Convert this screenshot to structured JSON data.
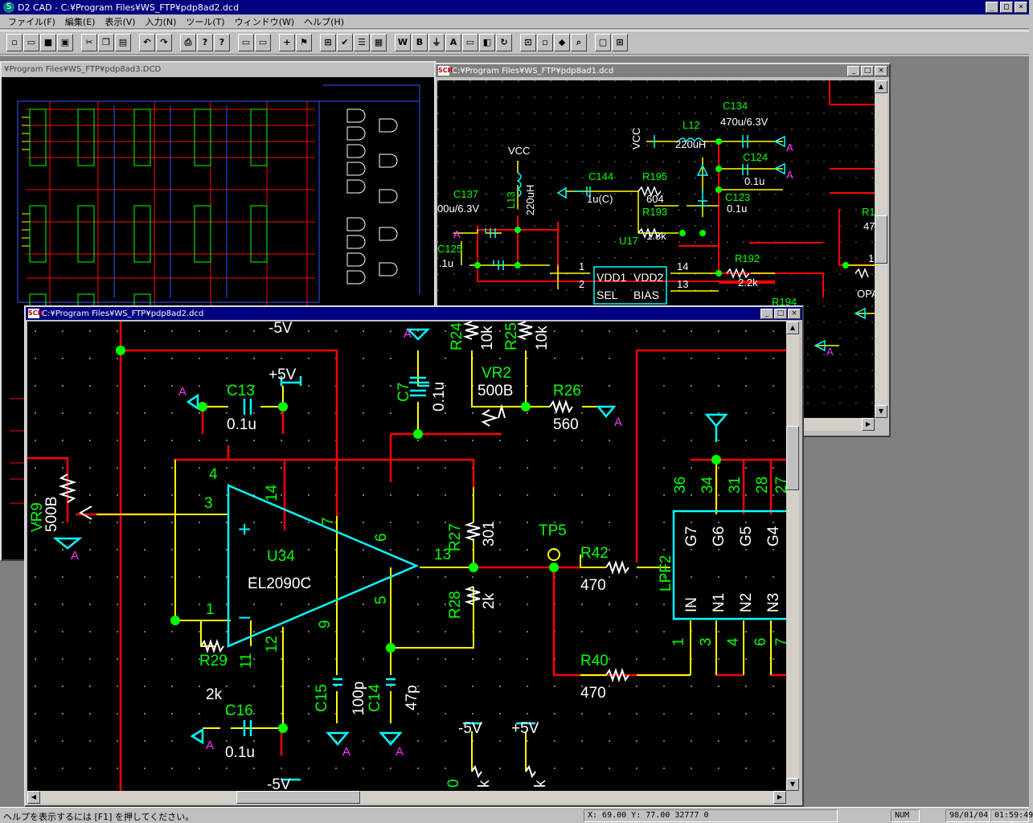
{
  "app": {
    "title": "D2 CAD - C:¥Program Files¥WS_FTP¥pdp8ad2.dcd",
    "logo": "S",
    "controls": [
      "_",
      "□",
      "×"
    ]
  },
  "menu": [
    {
      "label": "ファイル(F)"
    },
    {
      "label": "編集(E)"
    },
    {
      "label": "表示(V)"
    },
    {
      "label": "入力(N)"
    },
    {
      "label": "ツール(T)"
    },
    {
      "label": "ウィンドウ(W)"
    },
    {
      "label": "ヘルプ(H)"
    }
  ],
  "toolbar": [
    {
      "name": "new-icon",
      "glyph": "▫"
    },
    {
      "name": "open-icon",
      "glyph": "▭"
    },
    {
      "name": "save-icon",
      "glyph": "■"
    },
    {
      "name": "save-all-icon",
      "glyph": "▣"
    },
    {
      "sep": true
    },
    {
      "name": "cut-icon",
      "glyph": "✂"
    },
    {
      "name": "copy-icon",
      "glyph": "❐"
    },
    {
      "name": "paste-icon",
      "glyph": "▤"
    },
    {
      "sep": true
    },
    {
      "name": "undo-icon",
      "glyph": "↶"
    },
    {
      "name": "redo-icon",
      "glyph": "↷"
    },
    {
      "sep": true
    },
    {
      "name": "print-icon",
      "glyph": "⎙"
    },
    {
      "name": "help-icon",
      "glyph": "?"
    },
    {
      "name": "context-help-icon",
      "glyph": "?"
    },
    {
      "sep": true
    },
    {
      "name": "window-icon",
      "glyph": "▭"
    },
    {
      "name": "window2-icon",
      "glyph": "▭"
    },
    {
      "sep": true
    },
    {
      "name": "add-part-icon",
      "glyph": "+"
    },
    {
      "name": "flag-icon",
      "glyph": "⚑"
    },
    {
      "sep": true
    },
    {
      "name": "net-icon",
      "glyph": "⊞"
    },
    {
      "name": "check-icon",
      "glyph": "✔"
    },
    {
      "name": "list-icon",
      "glyph": "☰"
    },
    {
      "name": "table-icon",
      "glyph": "▦"
    },
    {
      "sep": true
    },
    {
      "name": "wire-icon",
      "glyph": "W"
    },
    {
      "name": "bus-icon",
      "glyph": "B"
    },
    {
      "name": "ground-icon",
      "glyph": "⏚"
    },
    {
      "name": "text-icon",
      "glyph": "A"
    },
    {
      "name": "component-icon",
      "glyph": "▭"
    },
    {
      "name": "label-icon",
      "glyph": "◧"
    },
    {
      "name": "rotate-icon",
      "glyph": "↻"
    },
    {
      "sep": true
    },
    {
      "name": "zoom-fit-icon",
      "glyph": "⊡"
    },
    {
      "name": "zoom-small-icon",
      "glyph": "▫"
    },
    {
      "name": "flip-icon",
      "glyph": "◆"
    },
    {
      "name": "zoom-icon",
      "glyph": "⌕"
    },
    {
      "sep": true
    },
    {
      "name": "frame-icon",
      "glyph": "▢"
    },
    {
      "name": "grid-icon",
      "glyph": "⊞"
    }
  ],
  "windows": {
    "w3": {
      "title": "¥Program Files¥WS_FTP¥pdp8ad3.DCD"
    },
    "w1": {
      "title": "C:¥Program Files¥WS_FTP¥pdp8ad1.dcd",
      "icon": "SCH",
      "controls": [
        "_",
        "□",
        "×"
      ]
    },
    "w2": {
      "title": "C:¥Program Files¥WS_FTP¥pdp8ad2.dcd",
      "icon": "SCH",
      "controls": [
        "_",
        "□",
        "×"
      ]
    }
  },
  "schematic1": {
    "labels": {
      "vcc_a": "VCC",
      "vcc_b": "VCC",
      "c134": "C134",
      "c134v": "470u/6.3V",
      "l12": "L12",
      "l12v": "220uH",
      "c124": "C124",
      "c124v": "0.1u",
      "c123": "C123",
      "c123v": "0.1u",
      "r195": "R195",
      "r195v": "604",
      "c144": "C144",
      "c144v": "1u(C)",
      "r193": "R193",
      "r193v": "1.8k",
      "c137": "C137",
      "c137v": "00u/6.3V",
      "l13": "L13",
      "l13v": "220uH",
      "c125": "C125",
      "c125v": ".1u",
      "u17": "U17",
      "vdd1": "VDD1",
      "vdd2": "VDD2",
      "sel": "SEL",
      "bias": "BIAS",
      "p1": "1",
      "p2": "2",
      "p14": "14",
      "p13": "13",
      "r192": "R192",
      "r192v": "2.2k",
      "r194": "R194",
      "r1x": "R1",
      "r1v": "47",
      "opa": "OPA",
      "p1b": "1",
      "a1": "A",
      "a2": "A",
      "a3": "A",
      "a4": "A"
    }
  },
  "schematic2": {
    "labels": {
      "m5v_top": "-5V",
      "p5v": "+5V",
      "c13": "C13",
      "c13v": "0.1u",
      "c7": "C7",
      "c7v": "0.1u",
      "r24": "R24",
      "r24v": "10k",
      "r25": "R25",
      "r25v": "10k",
      "vr2": "VR2",
      "vr2v": "500B",
      "r26": "R26",
      "r26v": "560",
      "vr9": "VR9",
      "vr9v": "500B",
      "pin4": "4",
      "pin14": "14",
      "pin7": "7",
      "pin3": "3",
      "pin6": "6",
      "pin13": "13",
      "pin5": "5",
      "pin1": "1",
      "pin9": "9",
      "pin12": "12",
      "pin11": "11",
      "u34": "U34",
      "el2090c": "EL2090C",
      "plus": "+",
      "minus": "−",
      "r27": "R27",
      "r27v": "301",
      "r28": "R28",
      "r28v": "2k",
      "tp5": "TP5",
      "r42": "R42",
      "r42v": "470",
      "r40": "R40",
      "r40v": "470",
      "r29": "R29",
      "r29v": "2k",
      "c15": "C15",
      "c15v": "100p",
      "c14": "C14",
      "c14v": "47p",
      "c16": "C16",
      "c16v": "0.1u",
      "m5v_bot": "-5V",
      "m5v_b2": "-5V",
      "p5v_b2": "+5V",
      "lpf2": "LPF2",
      "g7": "G7",
      "g6": "G6",
      "g5": "G5",
      "g4": "G4",
      "in": "IN",
      "n1": "N1",
      "n2": "N2",
      "n3": "N3",
      "p36": "36",
      "p34": "34",
      "p31": "31",
      "p28": "28",
      "p27": "27",
      "pb1": "1",
      "pb3": "3",
      "pb4": "4",
      "pb6": "6",
      "pb7": "7",
      "a_c13": "A",
      "a_vr9": "A",
      "a_r26": "A",
      "a_c16": "A",
      "a_c15": "A",
      "a_c14": "A",
      "a_c7": "A",
      "k1": "k",
      "k2": "k",
      "z0": "0"
    }
  },
  "status": {
    "help": "ヘルプを表示するには [F1] を押してください。",
    "coords": "X: 69.00 Y: 77.00 32777 0",
    "num": "NUM",
    "date": "98/01/04",
    "time": "01:59:49"
  },
  "colors": {
    "wire_red": "#ff0000",
    "wire_yellow": "#ffff00",
    "part_cyan": "#00ffff",
    "text_white": "#ffffff",
    "pin_green": "#33cc33",
    "node_green": "#00ff00",
    "port_magenta": "#ff33ff",
    "titlebar_active": "#000080"
  }
}
